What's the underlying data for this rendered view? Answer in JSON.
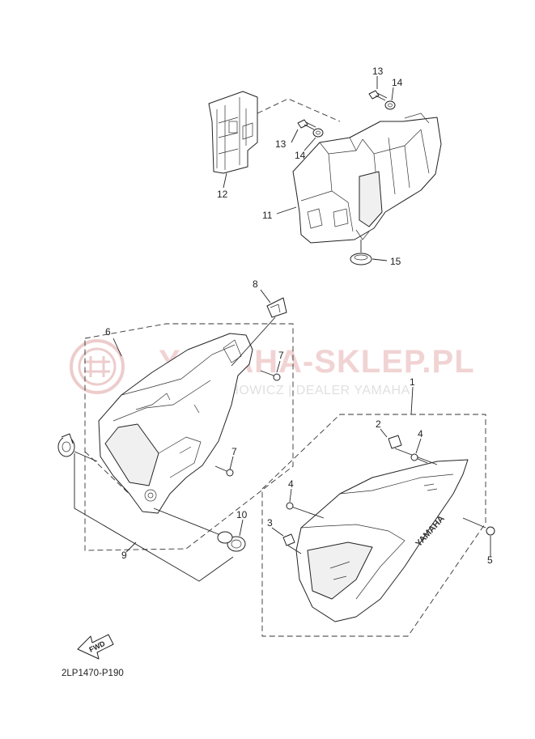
{
  "diagram": {
    "drawing_code": "2LP1470-P190",
    "fwd_label": "FWD",
    "brand_mark": "YAMAHA",
    "colors": {
      "line": "#222222",
      "watermark_red": "#e0a4a4",
      "watermark_grey": "#cccccc"
    },
    "callouts": [
      {
        "id": "1",
        "label": "1"
      },
      {
        "id": "2",
        "label": "2"
      },
      {
        "id": "3",
        "label": "3"
      },
      {
        "id": "4a",
        "label": "4"
      },
      {
        "id": "4b",
        "label": "4"
      },
      {
        "id": "5",
        "label": "5"
      },
      {
        "id": "6",
        "label": "6"
      },
      {
        "id": "7a",
        "label": "7"
      },
      {
        "id": "7b",
        "label": "7"
      },
      {
        "id": "8",
        "label": "8"
      },
      {
        "id": "9",
        "label": "9"
      },
      {
        "id": "10",
        "label": "10"
      },
      {
        "id": "11",
        "label": "11"
      },
      {
        "id": "12",
        "label": "12"
      },
      {
        "id": "13a",
        "label": "13"
      },
      {
        "id": "13b",
        "label": "13"
      },
      {
        "id": "14a",
        "label": "14"
      },
      {
        "id": "14b",
        "label": "14"
      },
      {
        "id": "15",
        "label": "15"
      }
    ]
  },
  "watermark": {
    "title": "YAMAHA-SKLEP.PL",
    "subtitle": "WOJCIECHOWICZ | DEALER YAMAHA"
  }
}
